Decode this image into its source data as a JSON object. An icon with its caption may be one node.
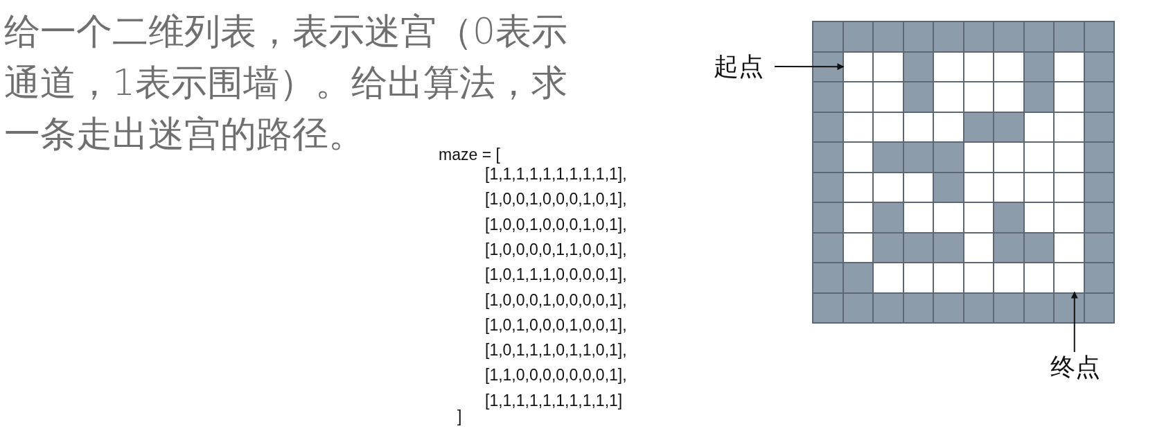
{
  "diagram": {
    "nodes": [
      {
        "text": [
          "起点"
        ]
      },
      {
        "text": [],
        "shape": "box"
      },
      {
        "text": [
          "终点"
        ]
      },
      {
        "text": [],
        "shape": "box"
      }
    ],
    "edges": [
      {
        "from": 0,
        "to": 1,
        "arrow": "to"
      },
      {
        "from": 2,
        "to": 3,
        "arrow": "to"
      }
    ],
    "labels": [
      "给一个二维列表，表示迷宫（0表示通道，1表示围墙）。给出算法，求一条走出迷宫的路径。",
      "maze = [",
      "[1,1,1,1,1,1,1,1,1,1],",
      "[1,0,0,1,0,0,0,1,0,1],",
      "[1,0,0,1,0,0,0,1,0,1],",
      "[1,0,0,0,0,1,1,0,0,1],",
      "[1,0,1,1,1,0,0,0,0,1],",
      "[1,0,0,0,1,0,0,0,0,1],",
      "[1,0,1,0,0,0,1,0,0,1],",
      "[1,0,1,1,1,0,1,1,0,1],",
      "[1,1,0,0,0,0,0,0,0,1],",
      "[1,1,1,1,1,1,1,1,1,1]",
      "]"
    ]
  }
}
